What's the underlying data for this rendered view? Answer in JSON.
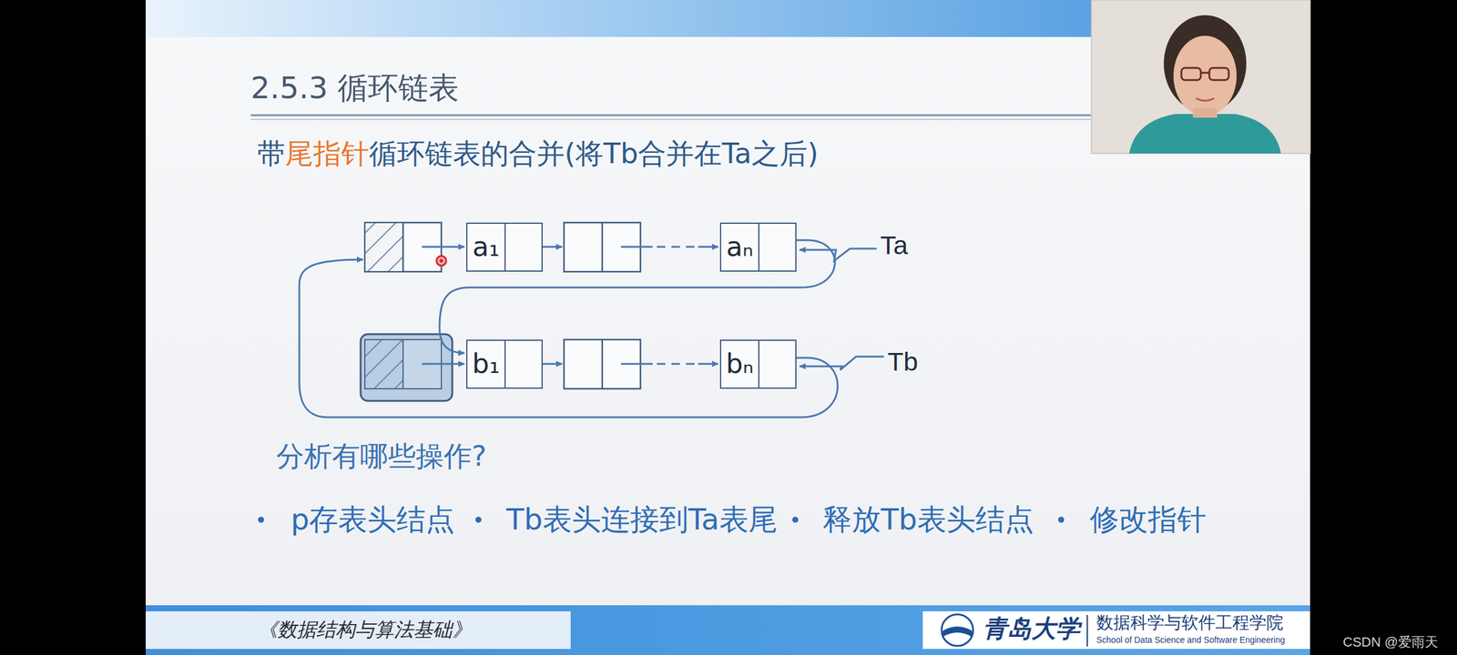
{
  "diagram": {
    "title": "2.5.3 循环链表",
    "nodes": [
      {
        "text": [
          "a₁"
        ]
      },
      {
        "text": [
          "aₙ"
        ]
      },
      {
        "text": [
          "b₁"
        ]
      },
      {
        "text": [
          "bₙ"
        ]
      }
    ],
    "labels": [
      "带",
      "尾指针",
      "循环链表的合并(将Tb合并在Ta之后)",
      "Ta",
      "Tb",
      "分析有哪些操作?",
      "p存表头结点",
      "Tb表头连接到Ta表尾",
      "释放Tb表头结点",
      "修改指针",
      "《数据结构与算法基础》",
      "青岛大学",
      "数据科学与软件工程学院",
      "School of Data Science and Software Engineering",
      "CSDN @爱雨天"
    ]
  }
}
